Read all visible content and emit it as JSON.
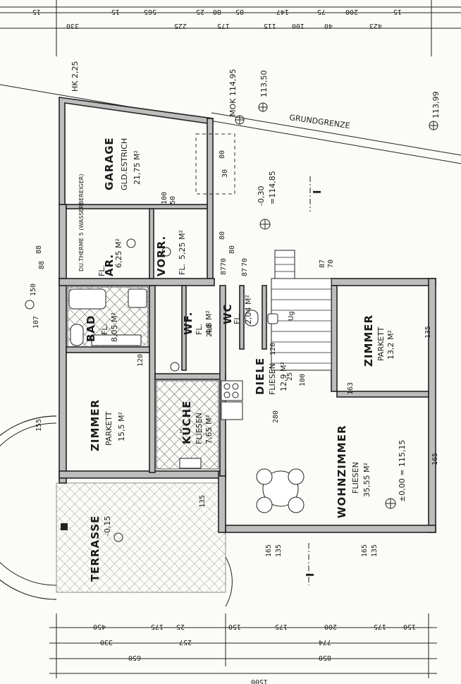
{
  "rooms": {
    "garage": {
      "name": "GARAGE",
      "finish": "GLD.ESTRICH",
      "area": "21,75 M²"
    },
    "ar": {
      "name": "AR.",
      "finish": "FL.",
      "area": "6,25 M²"
    },
    "vorr": {
      "name": "VORR.",
      "finish": "FL.",
      "area": "5,25 M²"
    },
    "bad": {
      "name": "BAD",
      "finish": "FL.",
      "area": "8,05 M²"
    },
    "wf": {
      "name": "WF.",
      "finish": "FL.",
      "area": "4,8 M²"
    },
    "wc": {
      "name": "WC",
      "finish": "FL.",
      "area": "2,04 M²"
    },
    "diele": {
      "name": "DIELE",
      "finish": "FLIESEN",
      "area": "12,9 M²"
    },
    "zimmer_right": {
      "name": "ZIMMER",
      "finish": "PARKETT",
      "area": "13,2 M²"
    },
    "zimmer_left": {
      "name": "ZIMMER",
      "finish": "PARKETT",
      "area": "15,5 M²"
    },
    "kueche": {
      "name": "KÜCHE",
      "finish": "FLIESEN",
      "area": "7,65 M²"
    },
    "wohnzimmer": {
      "name": "WOHNZIMMER",
      "finish": "FLIESEN",
      "area": "35,55 M²"
    },
    "terrasse": {
      "name": "TERRASSE",
      "level": "-0,15"
    }
  },
  "annotations": {
    "hk": "HK 2,25",
    "mok": "MOK 114,95",
    "lv1": "113,50",
    "lv2": "113,99",
    "lv3": "-0,30",
    "lv4": "=114,85",
    "grenze": "GRUNDGRENZE",
    "level0": "±0,00 = 115,15",
    "section": "I",
    "therme": "DU.THERME 5 (WASSERBEREIGER)",
    "ug": "Ug"
  },
  "dims": {
    "top": [
      "15",
      "330",
      "15",
      "565",
      "225",
      "25",
      "80",
      "175",
      "85",
      "115",
      "147",
      "100",
      "75",
      "40",
      "200",
      "15",
      "423"
    ],
    "bottom1": [
      "450",
      "175",
      "25",
      "150",
      "175",
      "200",
      "175",
      "150"
    ],
    "bottom2": [
      "330",
      "257",
      "774"
    ],
    "bottom3": [
      "650",
      "850"
    ],
    "bottom4": [
      "1500"
    ],
    "misc": [
      "80",
      "30",
      "100",
      "50",
      "80",
      "80",
      "70",
      "87",
      "70",
      "87",
      "87",
      "70",
      "200",
      "120",
      "25",
      "100",
      "165",
      "135",
      "165",
      "135",
      "135",
      "165",
      "155",
      "107",
      "88",
      "88",
      "150",
      "163",
      "280",
      "120",
      "135"
    ]
  }
}
